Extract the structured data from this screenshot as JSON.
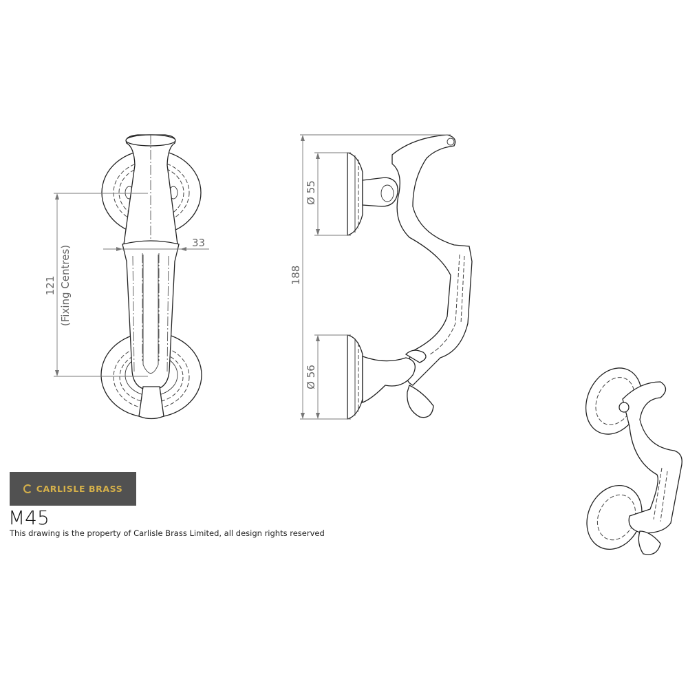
{
  "drawing": {
    "dimensions": {
      "fixing_centres_value": "121",
      "fixing_centres_label": "(Fixing Centres)",
      "width": "33",
      "height": "188",
      "top_rose_diameter": "Ø 55",
      "bottom_rose_diameter": "Ø 56"
    }
  },
  "brand": {
    "logo_text": "CARLISLE BRASS",
    "logo_bg_color": "#515151",
    "logo_text_color": "#d6b14a"
  },
  "model": "M45",
  "copyright": "This drawing is the property of Carlisle Brass Limited, all design rights reserved"
}
